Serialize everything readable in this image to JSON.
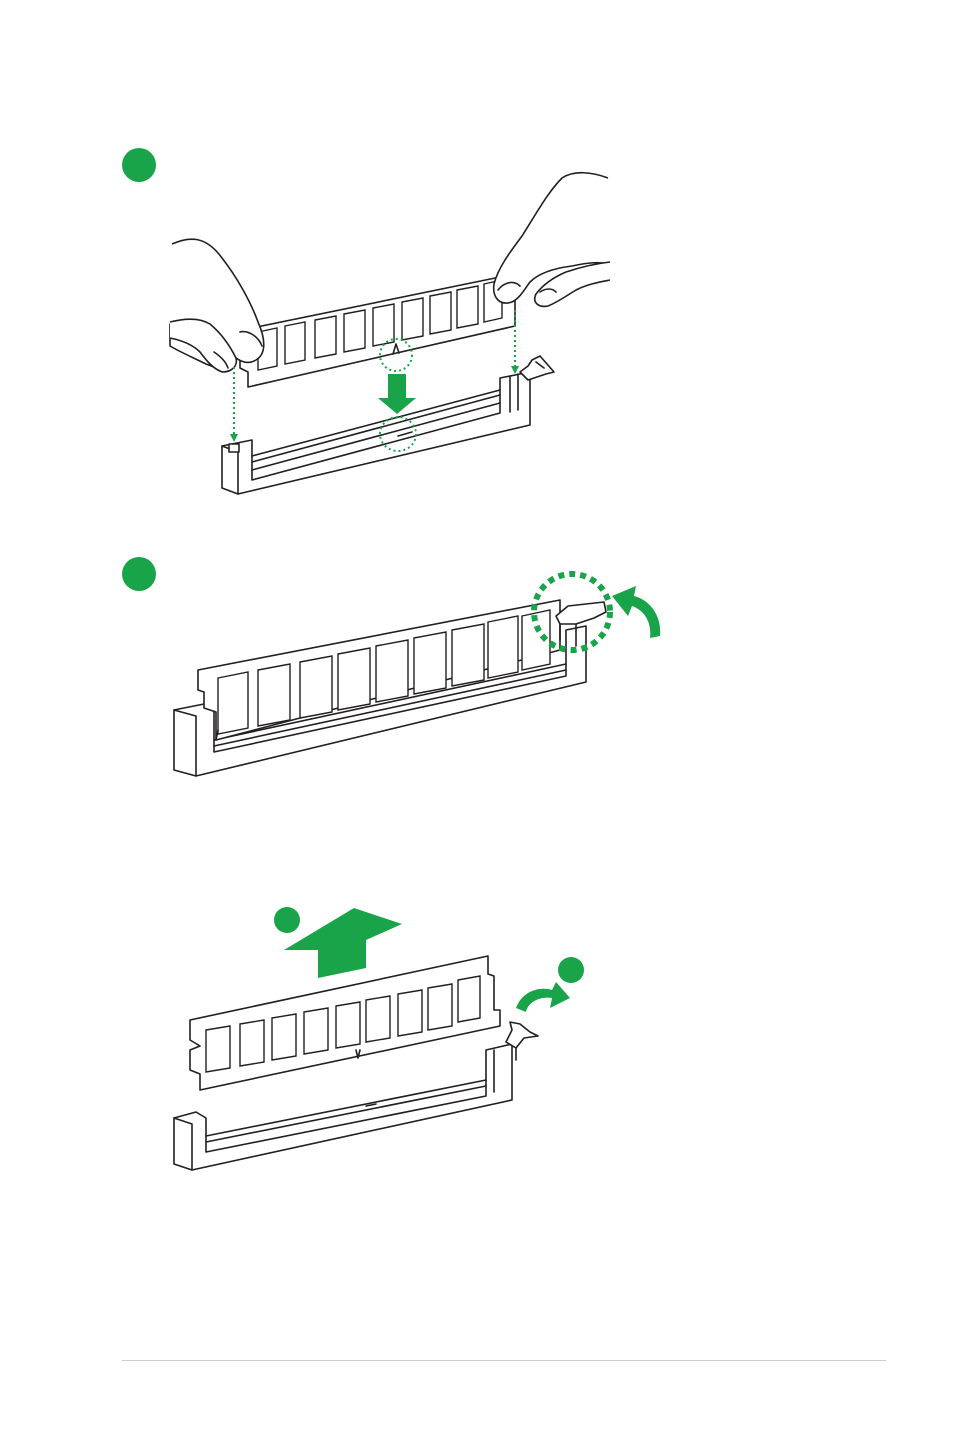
{
  "colors": {
    "accent_green": "#1aa44a",
    "line": "#231f20",
    "rule": "#cccccc"
  },
  "figures": [
    {
      "id": "install-step-1",
      "badge": "green-step-badge",
      "icon": "hands-inserting-dimm"
    },
    {
      "id": "install-step-2",
      "badge": "green-step-badge",
      "icon": "clip-locking-dimm"
    },
    {
      "id": "removal",
      "badges": [
        "green-step-badge",
        "green-step-badge"
      ],
      "icon": "dimm-removal"
    }
  ]
}
